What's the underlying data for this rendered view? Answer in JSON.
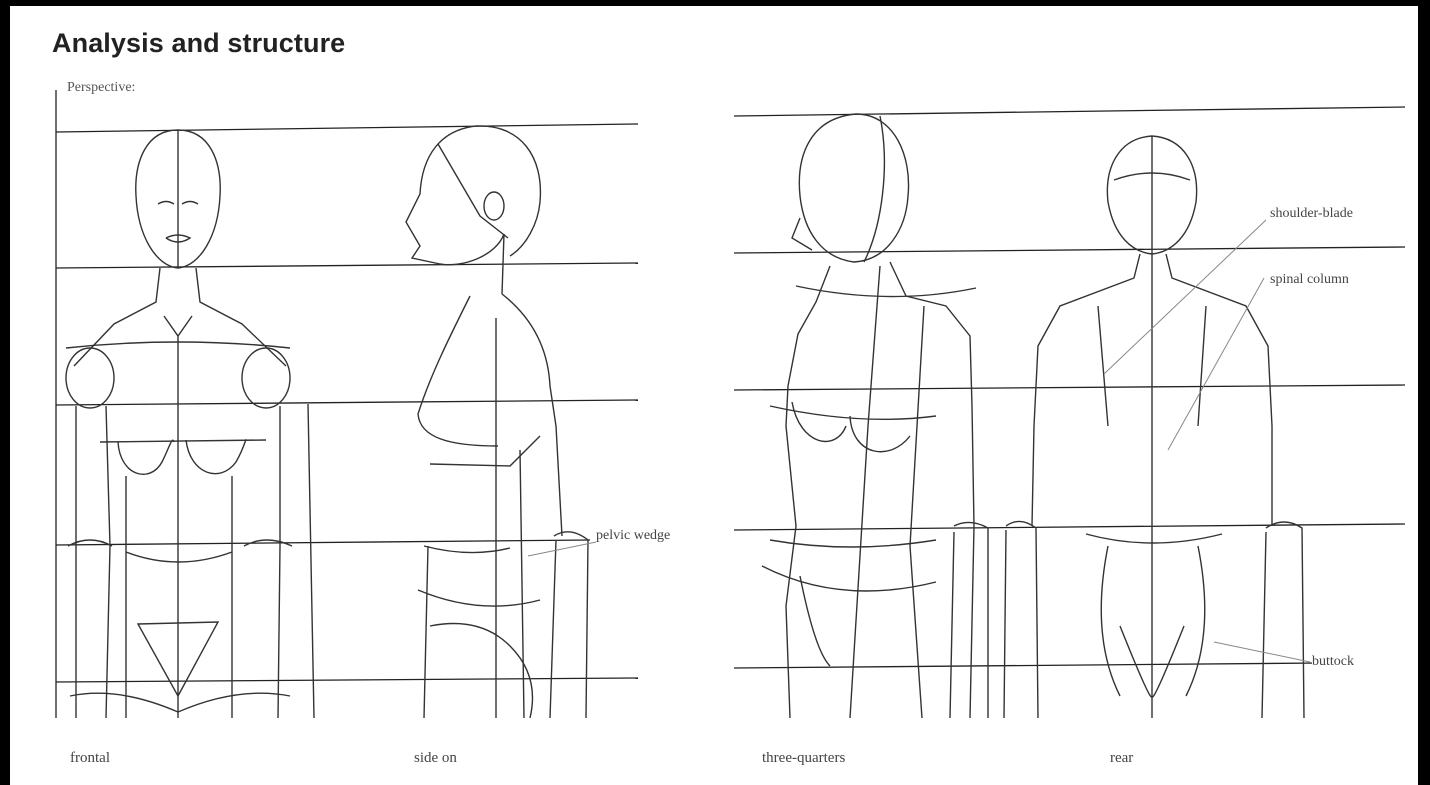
{
  "page": {
    "title": "Analysis and structure",
    "perspective_label": "Perspective:"
  },
  "views": [
    {
      "caption": "frontal"
    },
    {
      "caption": "side on"
    },
    {
      "caption": "three-quarters"
    },
    {
      "caption": "rear"
    }
  ],
  "annotations": {
    "pelvic_wedge": "pelvic wedge",
    "shoulder_blade": "shoulder-blade",
    "spinal_column": "spinal column",
    "buttock": "buttock"
  }
}
